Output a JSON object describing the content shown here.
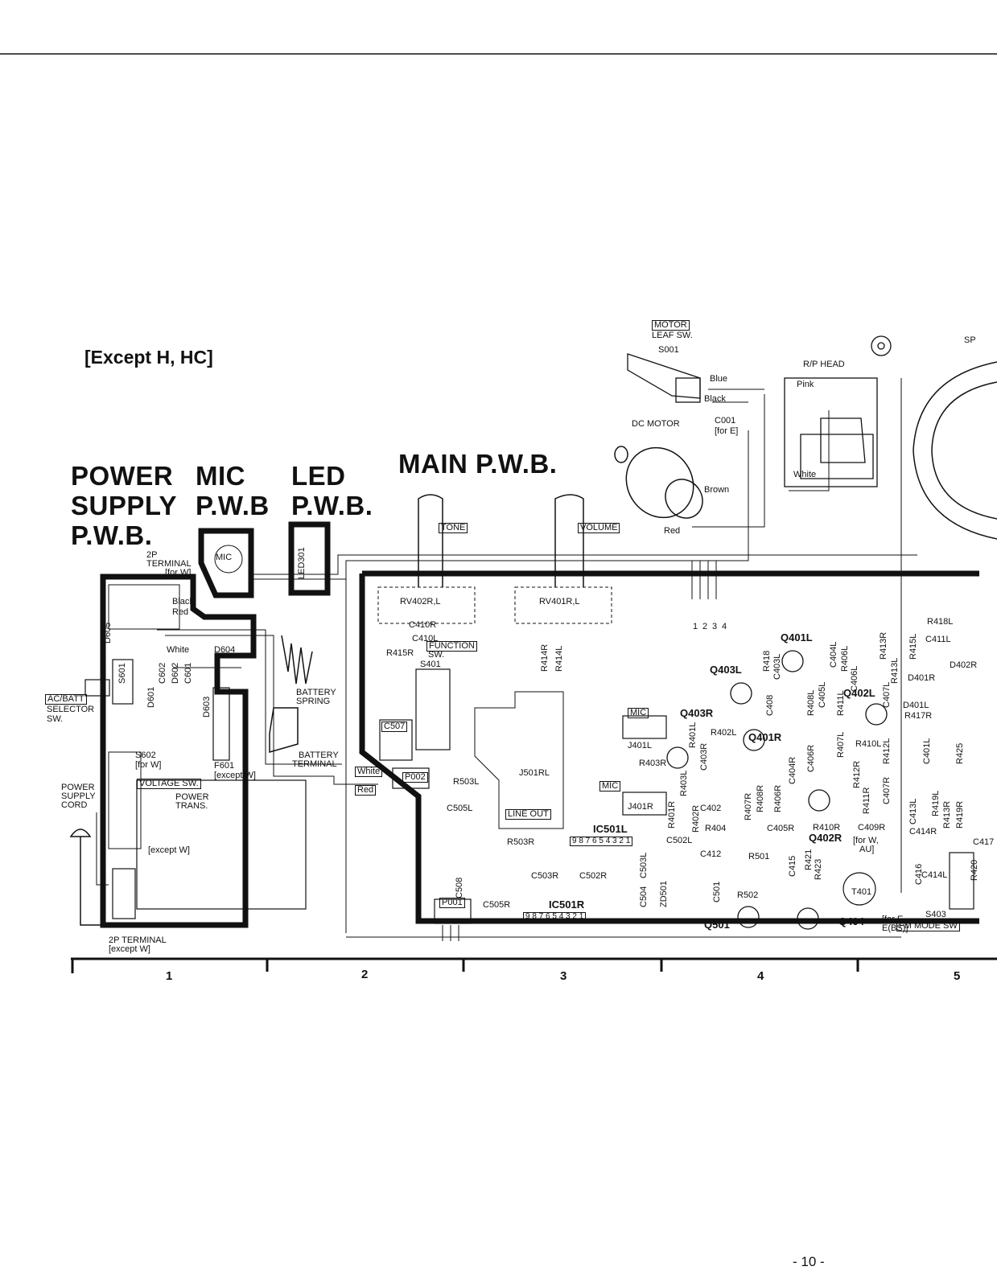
{
  "header": {
    "variant": "[Except H, HC]"
  },
  "boards": {
    "power_supply": [
      "POWER",
      "SUPPLY",
      "P.W.B."
    ],
    "mic": [
      "MIC",
      "P.W.B"
    ],
    "led": [
      "LED",
      "P.W.B."
    ],
    "main": "MAIN  P.W.B."
  },
  "external": {
    "motor_box": "MOTOR",
    "leaf_sw": "LEAF SW.",
    "s001": "S001",
    "blue": "Blue",
    "black": "Black",
    "dc_motor": "DC MOTOR",
    "c001": "C001",
    "for_e": "[for E]",
    "brown": "Brown",
    "red": "Red",
    "rp_head": "R/P HEAD",
    "pink": "Pink",
    "white": "White",
    "sp": "SP"
  },
  "power": {
    "two_p_terminal": "2P",
    "terminal": "TERMINAL",
    "for_w": "[for W]",
    "black": "Black",
    "red": "Red",
    "white": "White",
    "d604": "D604",
    "d605": "D605",
    "s601": "S601",
    "d601": "D601",
    "c602": "C602",
    "d602": "D602",
    "c601": "C601",
    "d603": "D603",
    "ac_batt": "AC/BATT",
    "selector": "SELECTOR",
    "sw": "SW.",
    "s602": "S602",
    "for_w2": "[for W]",
    "f601": "F601",
    "except_w": "[except W]",
    "voltage_sw": "VOLTAGE SW.",
    "power_trans_1": "POWER",
    "power_trans_2": "TRANS.",
    "except_w2": "[except W]",
    "psc1": "POWER",
    "psc2": "SUPPLY",
    "psc3": "CORD",
    "twop_bottom": "2P TERMINAL",
    "except_w3": "[except W]",
    "battery_spring_1": "BATTERY",
    "battery_spring_2": "SPRING",
    "battery_terminal_1": "BATTERY",
    "battery_terminal_2": "TERMINAL",
    "mic_label": "MIC",
    "led301": "LED301"
  },
  "main": {
    "tone": "TONE",
    "volume": "VOLUME",
    "rv402": "RV402R,L",
    "rv401": "RV401R,L",
    "c410r": "C410R",
    "c410l": "C410L",
    "r415r": "R415R",
    "function_sw_1": "FUNCTION",
    "function_sw_2": "SW.",
    "s401": "S401",
    "c507": "C507",
    "white": "White",
    "red": "Red",
    "p002": "P002",
    "r503l": "R503L",
    "j501rl": "J501RL",
    "c505l": "C505L",
    "line_out": "LINE OUT",
    "r503r": "R503R",
    "c508": "C508",
    "c503r": "C503R",
    "c502r": "C502R",
    "p001": "P001",
    "c505r": "C505R",
    "ic501l": "IC501L",
    "ic501r": "IC501R",
    "pins": "9 8 7 6 5 4 3 2 1",
    "mic1": "MIC",
    "j401l": "J401L",
    "mic2": "MIC",
    "j401r": "J401R",
    "r414r": "R414R",
    "r414l": "R414L",
    "q401l": "Q401L",
    "q403l": "Q403L",
    "q403r": "Q403R",
    "q401r": "Q401R",
    "q402l": "Q402L",
    "q402r": "Q402R",
    "r418": "R418",
    "c403l": "C403L",
    "r402l": "R402L",
    "r403r": "R403R",
    "c403r": "C403R",
    "r401l": "R401L",
    "c408": "C408",
    "r408l": "R408L",
    "c405l": "C405L",
    "r406l": "R406L",
    "c404l": "C404L",
    "c406l": "C406L",
    "r411l": "R411L",
    "r407l": "R407L",
    "r410l": "R410L",
    "c407l": "C407L",
    "r412l": "R412L",
    "r413r": "R413R",
    "r413l": "R413L",
    "c406r": "C406R",
    "c404r": "C404R",
    "r412r": "R412R",
    "r411r": "R411R",
    "c407r": "C407R",
    "r406r": "R406R",
    "r408r": "R408R",
    "r407r": "R407R",
    "r410r": "R410R",
    "c409r": "C409R",
    "c402": "C402",
    "r402r": "R402R",
    "r404": "R404",
    "c405r": "C405R",
    "r403l": "R403L",
    "r401r": "R401R",
    "c502l": "C502L",
    "c412": "C412",
    "r501": "R501",
    "c503l": "C503L",
    "c504": "C504",
    "zd501": "ZD501",
    "c501": "C501",
    "r502": "R502",
    "q501": "Q501",
    "c415": "C415",
    "r421": "R421",
    "r423": "R423",
    "t401": "T401",
    "q404": "Q404",
    "for_e_ebs_1": "[for E,",
    "for_e_ebs_2": "E(BS)]",
    "for_w_au_1": "[for W,",
    "for_w_au_2": "AU]",
    "r418l": "R418L",
    "r415l": "R415L",
    "c411l": "C411L",
    "d402r": "D402R",
    "d401r": "D401R",
    "d401l": "D401L",
    "r417r": "R417R",
    "c401l": "C401L",
    "r419l": "R419L",
    "r425": "R425",
    "c413l": "C413L",
    "r413r2": "R413R",
    "r419r": "R419R",
    "c414r": "C414R",
    "c417": "C417",
    "r420": "R420",
    "c414l": "C414L",
    "c416": "C416",
    "s403": "S403",
    "fm_mode_sw": "FM MODE SW",
    "conn_nums": [
      "1",
      "2",
      "3",
      "4"
    ]
  },
  "grid": [
    "1",
    "2",
    "3",
    "4",
    "5"
  ],
  "page_number": "- 10 -"
}
